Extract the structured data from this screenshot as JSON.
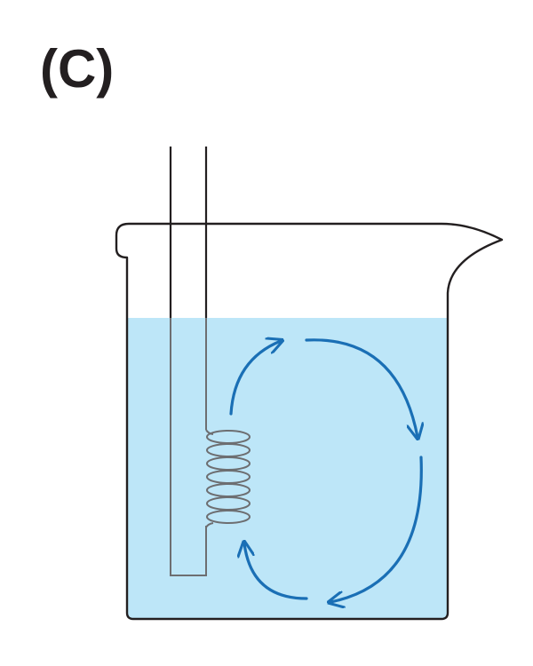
{
  "figure": {
    "panel_label": "(C)"
  },
  "colors": {
    "outline": "#231f20",
    "water_fill": "#bde6f8",
    "submerged_line": "#6d6e71",
    "arrow": "#1a6fb5",
    "background": "#ffffff"
  },
  "elements": {
    "beaker": "beaker-with-spout",
    "water": "liquid-fill",
    "tube": "vertical-tube",
    "coil": "heating-coil",
    "arrows": "convection-current-arrows"
  }
}
